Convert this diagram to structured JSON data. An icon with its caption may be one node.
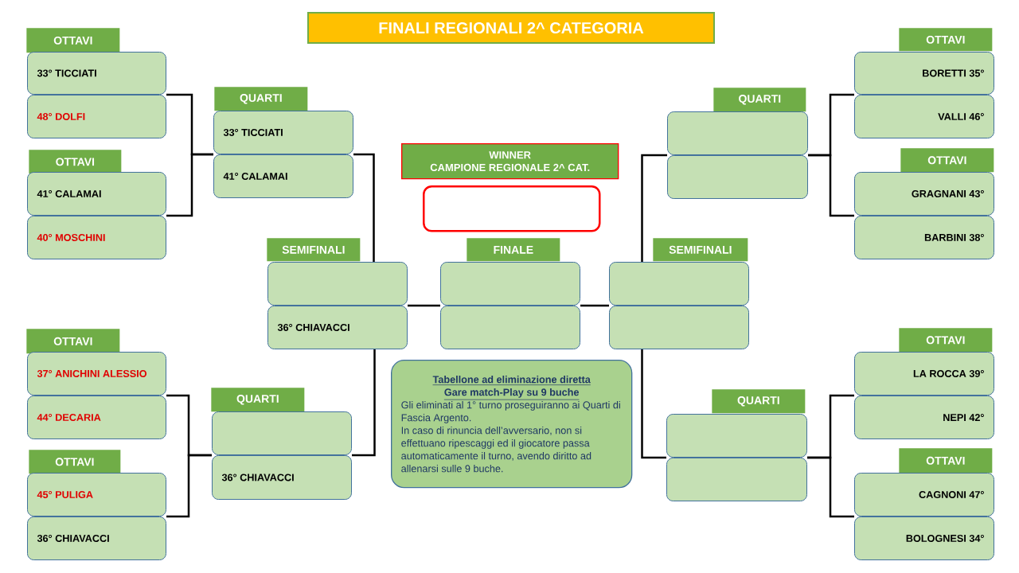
{
  "diagram": {
    "title": "FINALI REGIONALI 2^ CATEGORIA",
    "nodes": [
      {
        "text": [
          "OTTAVI"
        ]
      },
      {
        "text": [
          "33° TICCIATI"
        ]
      },
      {
        "text": [
          "48° DOLFI"
        ]
      },
      {
        "text": [
          "OTTAVI"
        ]
      },
      {
        "text": [
          "41° CALAMAI"
        ]
      },
      {
        "text": [
          "40° MOSCHINI"
        ]
      },
      {
        "text": [
          "QUARTI"
        ]
      },
      {
        "text": [
          "33° TICCIATI"
        ]
      },
      {
        "text": [
          "41° CALAMAI"
        ]
      },
      {
        "text": [
          "WINNER",
          "CAMPIONE REGIONALE 2^ CAT."
        ]
      },
      {
        "text": [],
        "shape": "box"
      },
      {
        "text": [
          "QUARTI"
        ]
      },
      {
        "text": [],
        "shape": "box"
      },
      {
        "text": [],
        "shape": "box"
      },
      {
        "text": [
          "OTTAVI"
        ]
      },
      {
        "text": [
          "BORETTI 35°"
        ]
      },
      {
        "text": [
          "VALLI 46°"
        ]
      },
      {
        "text": [
          "OTTAVI"
        ]
      },
      {
        "text": [
          "GRAGNANI 43°"
        ]
      },
      {
        "text": [
          "BARBINI 38°"
        ]
      },
      {
        "text": [
          "SEMIFINALI"
        ]
      },
      {
        "text": [],
        "shape": "box"
      },
      {
        "text": [
          "36° CHIAVACCI"
        ]
      },
      {
        "text": [
          "FINALE"
        ]
      },
      {
        "text": [],
        "shape": "box"
      },
      {
        "text": [],
        "shape": "box"
      },
      {
        "text": [
          "SEMIFINALI"
        ]
      },
      {
        "text": [],
        "shape": "box"
      },
      {
        "text": [],
        "shape": "box"
      },
      {
        "text": [
          "OTTAVI"
        ]
      },
      {
        "text": [
          "37° ANICHINI ALESSIO"
        ]
      },
      {
        "text": [
          "44° DECARIA"
        ]
      },
      {
        "text": [
          "OTTAVI"
        ]
      },
      {
        "text": [
          "45° PULIGA"
        ]
      },
      {
        "text": [
          "36° CHIAVACCI"
        ]
      },
      {
        "text": [
          "QUARTI"
        ]
      },
      {
        "text": [],
        "shape": "box"
      },
      {
        "text": [
          "36° CHIAVACCI"
        ]
      },
      {
        "text": [
          "Tabellone ad eliminazione diretta",
          "Gare match-Play su 9 buche",
          "Gli eliminati al 1° turno proseguiranno ai Quarti di Fascia Argento.",
          "In caso di rinuncia dell’avversario, non si effettuano ripescaggi ed il giocatore passa automaticamente il turno, avendo diritto ad allenarsi sulle 9 buche."
        ]
      },
      {
        "text": [
          "QUARTI"
        ]
      },
      {
        "text": [],
        "shape": "box"
      },
      {
        "text": [],
        "shape": "box"
      },
      {
        "text": [
          "OTTAVI"
        ]
      },
      {
        "text": [
          "LA ROCCA 39°"
        ]
      },
      {
        "text": [
          "NEPI 42°"
        ]
      },
      {
        "text": [
          "OTTAVI"
        ]
      },
      {
        "text": [
          "CAGNONI 47°"
        ]
      },
      {
        "text": [
          "BOLOGNESI 34°"
        ]
      }
    ],
    "edges": [
      {
        "from": 1,
        "to": 7,
        "arrow": "none"
      },
      {
        "from": 2,
        "to": 7,
        "arrow": "none"
      },
      {
        "from": 4,
        "to": 8,
        "arrow": "none"
      },
      {
        "from": 5,
        "to": 8,
        "arrow": "none"
      },
      {
        "from": 7,
        "to": 21,
        "arrow": "none"
      },
      {
        "from": 8,
        "to": 21,
        "arrow": "none"
      },
      {
        "from": 36,
        "to": 22,
        "arrow": "none"
      },
      {
        "from": 37,
        "to": 22,
        "arrow": "none"
      },
      {
        "from": 21,
        "to": 24,
        "arrow": "none"
      },
      {
        "from": 22,
        "to": 24,
        "arrow": "none"
      },
      {
        "from": 27,
        "to": 25,
        "arrow": "none"
      },
      {
        "from": 28,
        "to": 25,
        "arrow": "none"
      },
      {
        "from": 12,
        "to": 27,
        "arrow": "none"
      },
      {
        "from": 13,
        "to": 27,
        "arrow": "none"
      },
      {
        "from": 40,
        "to": 28,
        "arrow": "none"
      },
      {
        "from": 41,
        "to": 28,
        "arrow": "none"
      },
      {
        "from": 15,
        "to": 12,
        "arrow": "none"
      },
      {
        "from": 16,
        "to": 12,
        "arrow": "none"
      },
      {
        "from": 18,
        "to": 13,
        "arrow": "none"
      },
      {
        "from": 19,
        "to": 13,
        "arrow": "none"
      },
      {
        "from": 30,
        "to": 36,
        "arrow": "none"
      },
      {
        "from": 31,
        "to": 36,
        "arrow": "none"
      },
      {
        "from": 33,
        "to": 37,
        "arrow": "none"
      },
      {
        "from": 34,
        "to": 37,
        "arrow": "none"
      },
      {
        "from": 43,
        "to": 40,
        "arrow": "none"
      },
      {
        "from": 44,
        "to": 40,
        "arrow": "none"
      },
      {
        "from": 46,
        "to": 41,
        "arrow": "none"
      },
      {
        "from": 47,
        "to": 41,
        "arrow": "none"
      }
    ]
  }
}
